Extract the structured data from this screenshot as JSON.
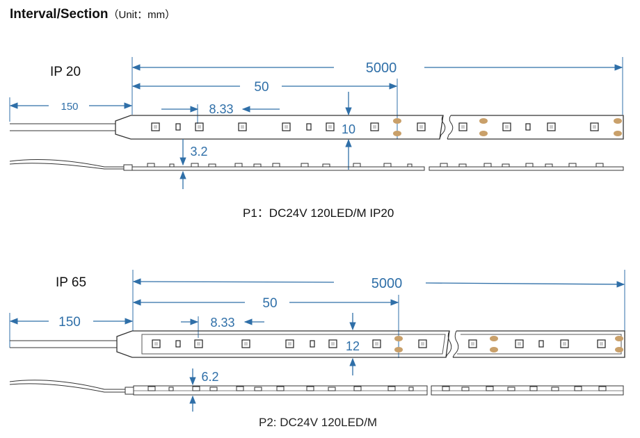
{
  "heading": {
    "bold": "Interval/Section",
    "unit": "（Unit：mm）"
  },
  "p1": {
    "ip_label": "IP 20",
    "total_length": "5000",
    "cut_length": "50",
    "lead_length": "150",
    "led_pitch": "8.33",
    "width": "10",
    "thickness": "3.2",
    "caption": "P1：DC24V 120LED/M IP20"
  },
  "p2": {
    "ip_label": "IP 65",
    "total_length": "5000",
    "cut_length": "50",
    "lead_length": "150",
    "led_pitch": "8.33",
    "width": "12",
    "thickness": "6.2",
    "caption": "P2:  DC24V 120LED/M"
  },
  "colors": {
    "dimension": "#2f6fa8",
    "pad": "#c9a06a",
    "outline": "#333333"
  }
}
